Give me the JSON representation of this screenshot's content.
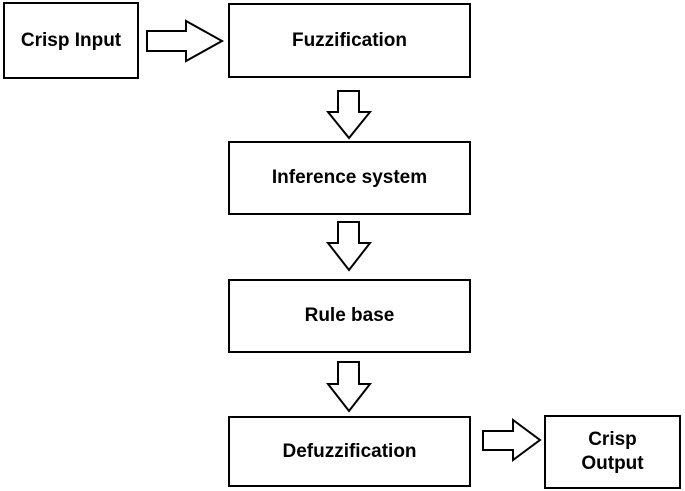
{
  "diagram": {
    "nodes": {
      "crisp_input": "Crisp Input",
      "fuzzification": "Fuzzification",
      "inference_system": "Inference system",
      "rule_base": "Rule base",
      "defuzzification": "Defuzzification",
      "crisp_output_line1": "Crisp",
      "crisp_output_line2": "Output"
    },
    "edges": [
      {
        "from": "crisp_input",
        "to": "fuzzification"
      },
      {
        "from": "fuzzification",
        "to": "inference_system"
      },
      {
        "from": "inference_system",
        "to": "rule_base"
      },
      {
        "from": "rule_base",
        "to": "defuzzification"
      },
      {
        "from": "defuzzification",
        "to": "crisp_output"
      }
    ],
    "colors": {
      "stroke": "#000000",
      "fill": "#ffffff"
    }
  }
}
